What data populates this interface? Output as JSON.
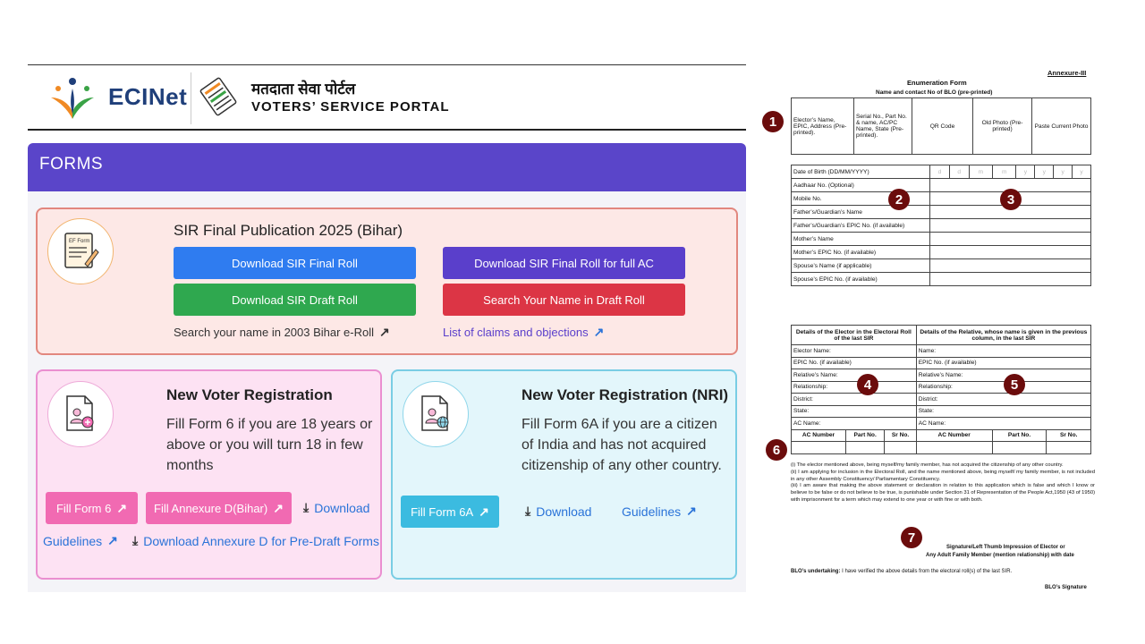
{
  "header": {
    "eci_logo_text": "ECINet",
    "portal_name_hindi": "मतदाता सेवा पोर्टल",
    "portal_name_english": "VOTERS’ SERVICE PORTAL"
  },
  "forms_bar": {
    "title": "FORMS"
  },
  "sir_card": {
    "icon_label": "EF Form",
    "title": "SIR Final Publication 2025 (Bihar)",
    "buttons": {
      "download_final_roll": "Download SIR Final Roll",
      "download_final_roll_full_ac": "Download SIR Final Roll for full AC",
      "download_draft_roll": "Download SIR Draft Roll",
      "search_draft_roll": "Search Your Name in Draft Roll"
    },
    "links": {
      "search_2003": "Search your name in 2003 Bihar e-Roll",
      "claims": "List of claims and objections"
    }
  },
  "nvr_card": {
    "title": "New Voter Registration",
    "description": "Fill Form 6 if you are 18 years or above or you will turn 18 in few months",
    "buttons": {
      "fill_form6": "Fill Form 6",
      "fill_annexure": "Fill Annexure D(Bihar)"
    },
    "links": {
      "download": "Download",
      "guidelines": "Guidelines",
      "download_annexure": "Download Annexure D for Pre-Draft Forms"
    }
  },
  "nri_card": {
    "title": "New Voter Registration (NRI)",
    "description": "Fill Form 6A if you are a citizen of India and has not acquired citizenship of any other country.",
    "buttons": {
      "fill_form6a": "Fill Form 6A"
    },
    "links": {
      "download": "Download",
      "guidelines": "Guidelines"
    }
  },
  "enumeration_form": {
    "annexure": "Annexure-III",
    "title": "Enumeration Form",
    "subtitle": "Name and contact No of BLO (pre-printed)",
    "top_cells": {
      "elector": "Elector’s Name, EPIC, Address (Pre-printed).",
      "serial": "Serial No., Part No. & name, AC/PC Name, State (Pre-printed).",
      "qr": "QR Code",
      "old_photo": "Old Photo (Pre-printed)",
      "paste_photo": "Paste Current Photo"
    },
    "dob_digits": [
      "d",
      "d",
      "m",
      "m",
      "y",
      "y",
      "y",
      "y"
    ],
    "details_rows": [
      "Date of Birth (DD/MM/YYYY)",
      "Aadhaar No. (Optional)",
      "Mobile No.",
      "Father’s/Guardian’s Name",
      "Father’s/Guardian’s EPIC No. (if available)",
      "Mother’s Name",
      "Mother’s EPIC No. (if available)",
      "Spouse’s Name (if applicable)",
      "Spouse’s EPIC No. (if available)"
    ],
    "sir_header_left": "Details of the Elector in the Electoral Roll of the last SIR",
    "sir_header_right": "Details of the Relative, whose name is given in the previous column, in the last SIR",
    "sir_rows_left": [
      "Elector Name:",
      "EPIC No. (if available)",
      "Relative’s Name:",
      "Relationship:",
      "District:",
      "State:",
      "AC Name:"
    ],
    "sir_rows_right": [
      "Name:",
      "EPIC No. (if available)",
      "Relative’s Name:",
      "Relationship:",
      "District:",
      "State:",
      "AC Name:"
    ],
    "number_headers": [
      "AC Number",
      "Part No.",
      "Sr No.",
      "AC Number",
      "Part No.",
      "Sr No."
    ],
    "declaration_1": "(i) The elector mentioned above, being myself/my family member, has not acquired the citizenship of any other country.",
    "declaration_2": "(ii) I am applying for inclusion in the Electoral Roll, and the name mentioned above, being myself/ my family member, is not included in any other Assembly Constituency/ Parliamentary Constituency.",
    "declaration_3": "(iii) I am aware that making the above statement or declaration in relation to this application which is false and which I know or believe to be false or do not believe to be true, is punishable under Section 31 of Representation of the People Act,1950 (43 of 1950) with imprisonment for a term which may extend to one year or with fine or with both.",
    "signature_1": "Signature/Left Thumb Impression of Elector or",
    "signature_2": "Any Adult Family Member (mention relationship) with date",
    "blo_undertaking_label": "BLO’s undertaking:",
    "blo_undertaking_text": "I have verified the above details from the electoral roll(s) of the last SIR.",
    "blo_signature": "BLO’s Signature",
    "markers": [
      "1",
      "2",
      "3",
      "4",
      "5",
      "6",
      "7"
    ]
  },
  "colors": {
    "forms_bar": "#5a45c9",
    "blue_button": "#2f7cf0",
    "purple_button": "#5a3fcb",
    "green_button": "#2fa84f",
    "red_button": "#dc3545",
    "pink_button": "#f16ab2",
    "cyan_button": "#3bbbe0",
    "marker": "#6b0c0c"
  }
}
